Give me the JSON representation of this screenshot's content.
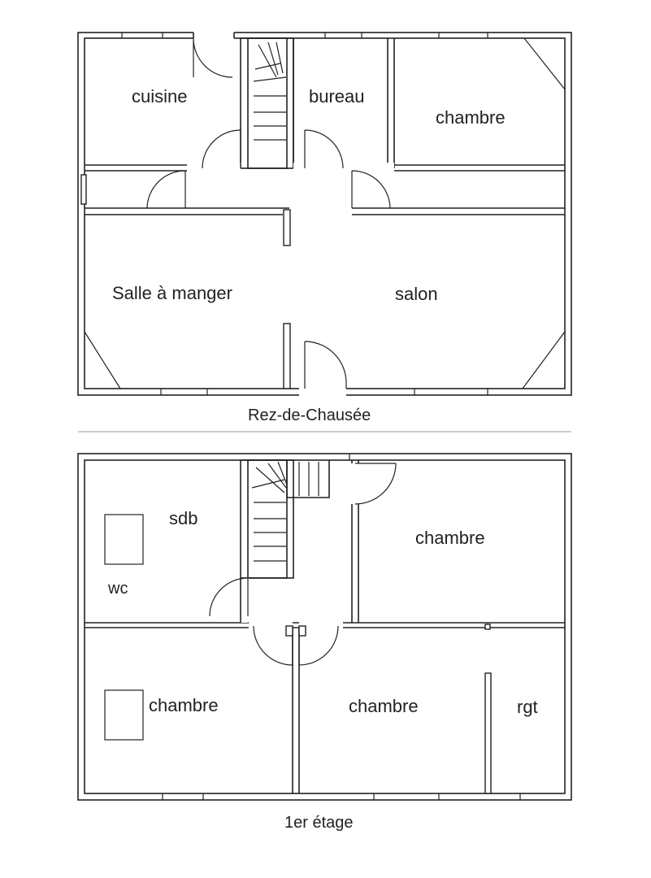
{
  "ground_floor": {
    "caption": "Rez-de-Chausée",
    "rooms": {
      "cuisine": "cuisine",
      "bureau": "bureau",
      "chambre": "chambre",
      "salle_a_manger": "Salle à manger",
      "salon": "salon"
    }
  },
  "first_floor": {
    "caption": "1er étage",
    "rooms": {
      "sdb": "sdb",
      "wc": "wc",
      "chambre_top_right": "chambre",
      "chambre_bottom_left": "chambre",
      "chambre_bottom_middle": "chambre",
      "rgt": "rgt"
    }
  }
}
